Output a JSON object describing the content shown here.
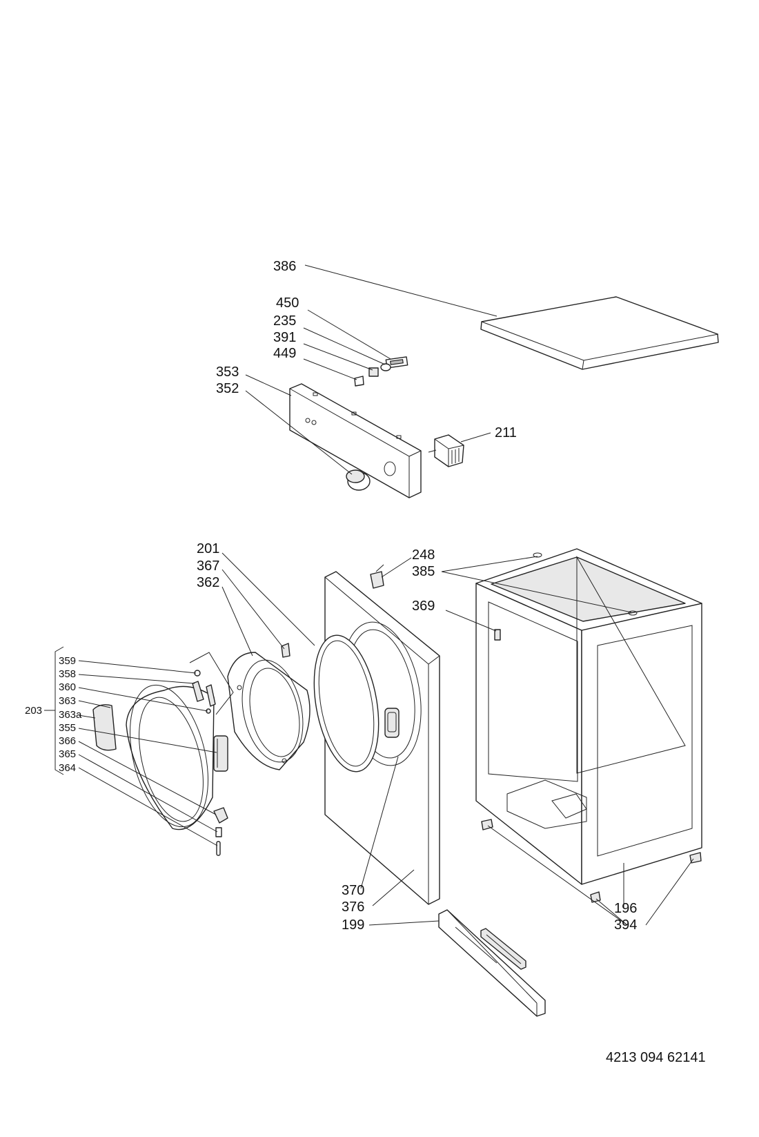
{
  "callouts": {
    "c386": "386",
    "c450": "450",
    "c235": "235",
    "c391": "391",
    "c449": "449",
    "c353": "353",
    "c352": "352",
    "c211": "211",
    "c201": "201",
    "c367": "367",
    "c362": "362",
    "c248": "248",
    "c385": "385",
    "c369": "369",
    "c359": "359",
    "c358": "358",
    "c360": "360",
    "c363": "363",
    "c363a": "363a",
    "c355": "355",
    "c366": "366",
    "c365": "365",
    "c364": "364",
    "c203": "203",
    "c370": "370",
    "c376": "376",
    "c199": "199",
    "c196": "196",
    "c394": "394"
  },
  "document_number": "4213 094 62141"
}
